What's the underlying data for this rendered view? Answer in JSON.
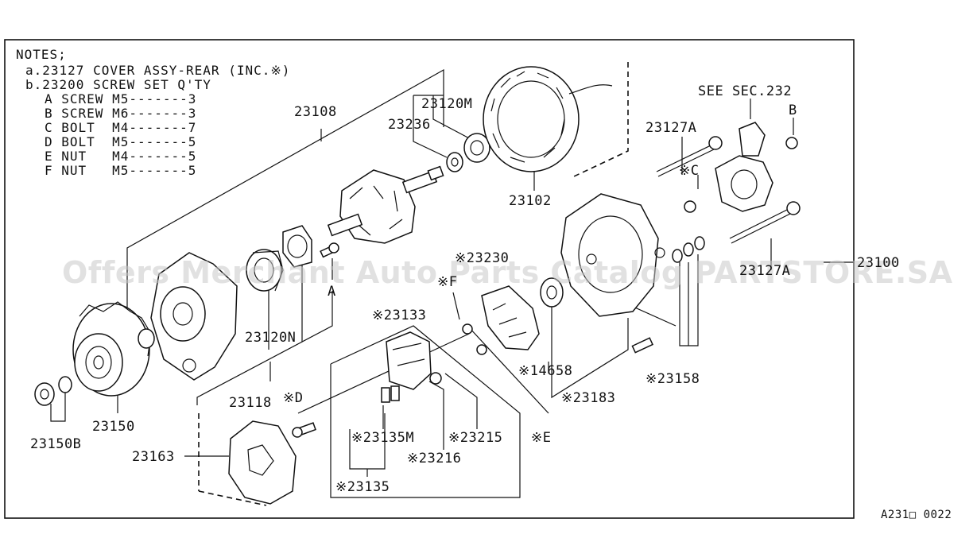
{
  "notes": {
    "heading": "NOTES;",
    "line_a": "a.23127 COVER ASSY-REAR (INC.※)",
    "line_b": "b.23200 SCREW SET Q'TY",
    "items": [
      "A SCREW M5-------3",
      "B SCREW M6-------3",
      "C BOLT  M4-------7",
      "D BOLT  M5-------5",
      "E NUT   M4-------5",
      "F NUT   M5-------5"
    ]
  },
  "labels": {
    "see_sec": "SEE SEC.232",
    "p23108": "23108",
    "p23120m": "23120M",
    "p23236": "23236",
    "p23102": "23102",
    "p23127a_top": "23127A",
    "b": "B",
    "c": "※C",
    "p23230": "※23230",
    "f": "※F",
    "a": "A",
    "p23120n": "23120N",
    "p23133": "※23133",
    "p14658": "※14658",
    "p23127a_bot": "23127A",
    "p23100": "23100",
    "p23158": "※23158",
    "p23183": "※23183",
    "p23118": "23118",
    "d": "※D",
    "p23150": "23150",
    "p23150b": "23150B",
    "p23163": "23163",
    "p23135m": "※23135M",
    "p23215": "※23215",
    "e": "※E",
    "p23216": "※23216",
    "p23135": "※23135"
  },
  "watermark": "Offers Merchant Auto Parts Catalog PARTSTORE.SA",
  "figure_code": "A231□ 0022"
}
